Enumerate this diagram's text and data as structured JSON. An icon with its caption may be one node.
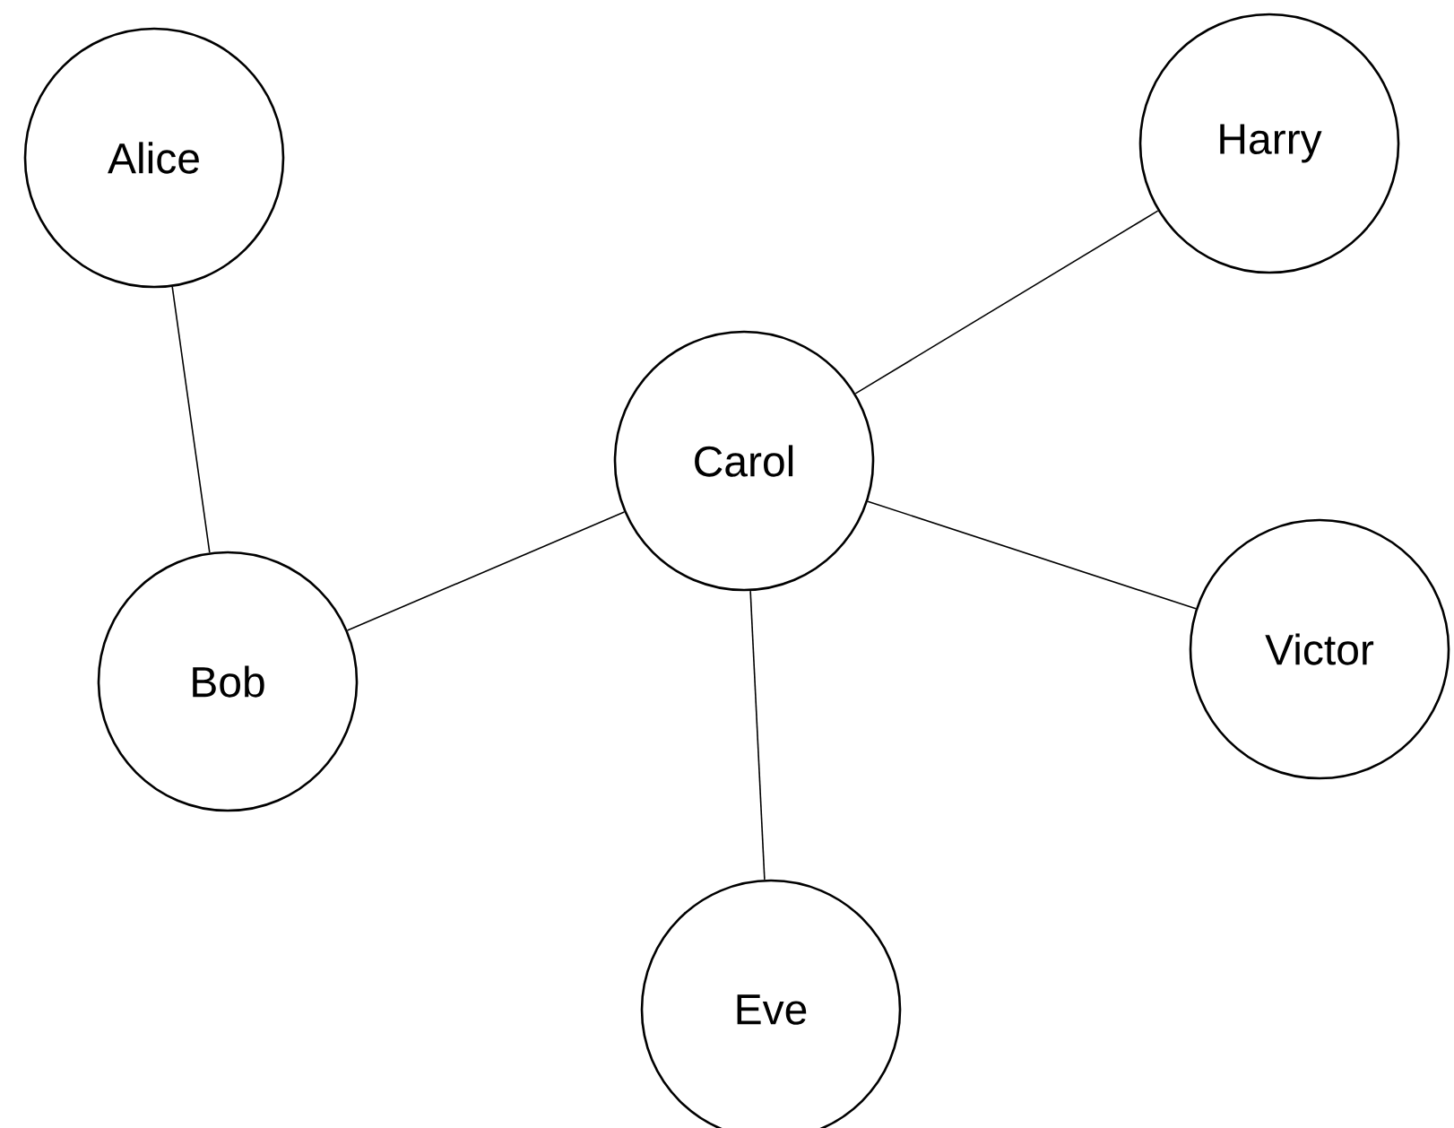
{
  "diagram": {
    "nodes": [
      {
        "text": [
          "Alice"
        ]
      },
      {
        "text": [
          "Harry"
        ]
      },
      {
        "text": [
          "Carol"
        ]
      },
      {
        "text": [
          "Bob"
        ]
      },
      {
        "text": [
          "Victor"
        ]
      },
      {
        "text": [
          "Eve"
        ]
      }
    ],
    "edges": [
      {
        "from": 0,
        "to": 3,
        "arrow": "none"
      },
      {
        "from": 2,
        "to": 1,
        "arrow": "none"
      },
      {
        "from": 2,
        "to": 3,
        "arrow": "none"
      },
      {
        "from": 2,
        "to": 4,
        "arrow": "none"
      },
      {
        "from": 2,
        "to": 5,
        "arrow": "none"
      }
    ]
  }
}
